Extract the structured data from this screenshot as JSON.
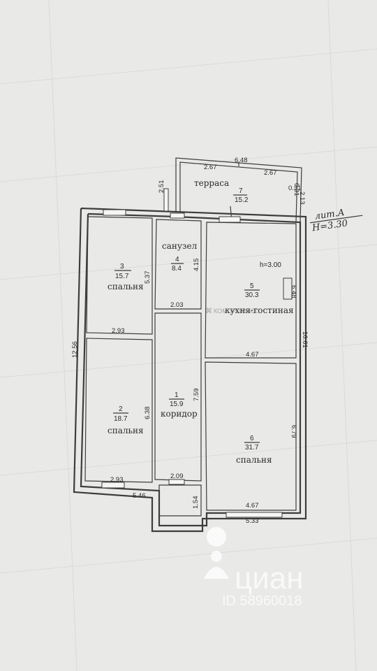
{
  "rooms": {
    "r1": {
      "number": "1",
      "area": "15.9",
      "name": "коридор"
    },
    "r2": {
      "number": "2",
      "area": "18.7",
      "name": "спальня"
    },
    "r3": {
      "number": "3",
      "area": "15.7",
      "name": "спальня"
    },
    "r4": {
      "number": "4",
      "area": "8.4",
      "name": "санузел"
    },
    "r5": {
      "number": "5",
      "area": "30.3",
      "name": "кухня-гостиная",
      "height_note": "h=3.00"
    },
    "r6": {
      "number": "6",
      "area": "31.7",
      "name": "спальня"
    },
    "r7": {
      "number": "7",
      "area": "15.2",
      "name": "терраса"
    }
  },
  "dimensions": {
    "terrace_top": "6.48",
    "terrace_left_seg": "2.67",
    "terrace_right_seg": "2.67",
    "terrace_side_small": "0.31",
    "terrace_side_small2": "0.31",
    "terrace_right_height": "2.13",
    "left_stub": "2.51",
    "r3_height": "5.37",
    "r3_width": "2.93",
    "r2_height": "6.38",
    "r2_width": "2.93",
    "overall_height_left": "12.56",
    "overall_height_right": "16.61",
    "r4_height": "4.15",
    "r4_width": "2.03",
    "r5_height": "6.48",
    "r5_width": "4.67",
    "r1_height": "7.59",
    "r1_width": "2.09",
    "r6_height": "6.79",
    "r6_width": "4.67",
    "bottom_left": "5.46",
    "bottom_right": "5.33",
    "porch_height": "1.54"
  },
  "annotation": {
    "line1": "лит.А",
    "line2": "H=3.30"
  },
  "stamp": {
    "text": "КОМПРОМИСС"
  },
  "watermark": {
    "brand": "циан",
    "id": "ID 58960018"
  }
}
